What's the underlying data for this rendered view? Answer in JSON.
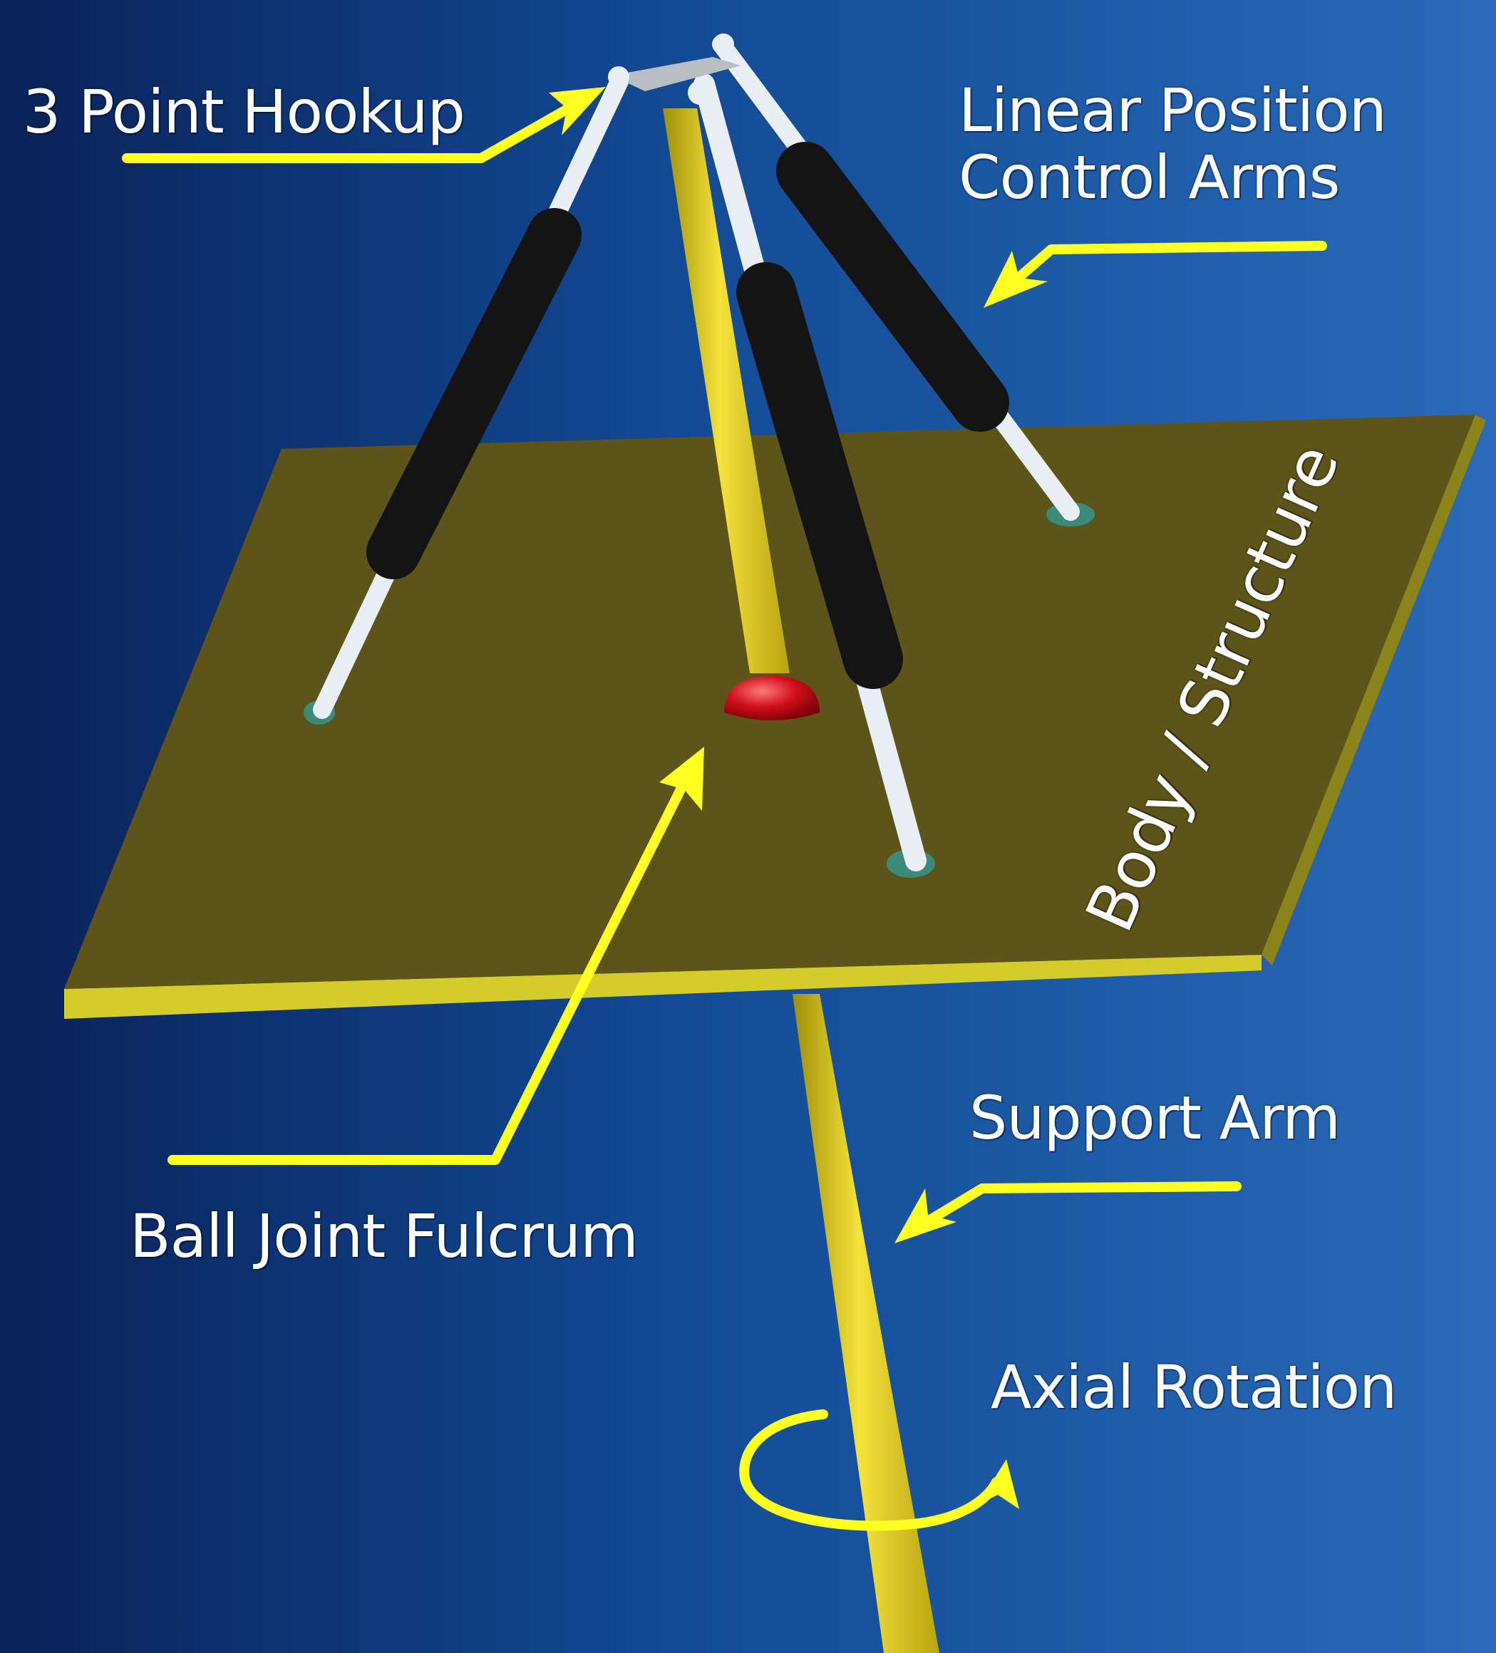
{
  "labels": {
    "hookup": "3 Point Hookup",
    "arms_line1": "Linear Position",
    "arms_line2": "Control Arms",
    "body": "Body / Structure",
    "support": "Support Arm",
    "ball": "Ball Joint Fulcrum",
    "axial": "Axial Rotation"
  },
  "colors": {
    "background_dark": "#0a2258",
    "background_light": "#2a6ab8",
    "plate_top": "#5c5418",
    "plate_edge": "#d4cc28",
    "support_arm": "#e2cf22",
    "actuator_body": "#141414",
    "actuator_rod": "#e8eef2",
    "ball_joint": "#d0101a",
    "arrow": "#ffff22",
    "mount_foot": "#3c8a7a"
  }
}
